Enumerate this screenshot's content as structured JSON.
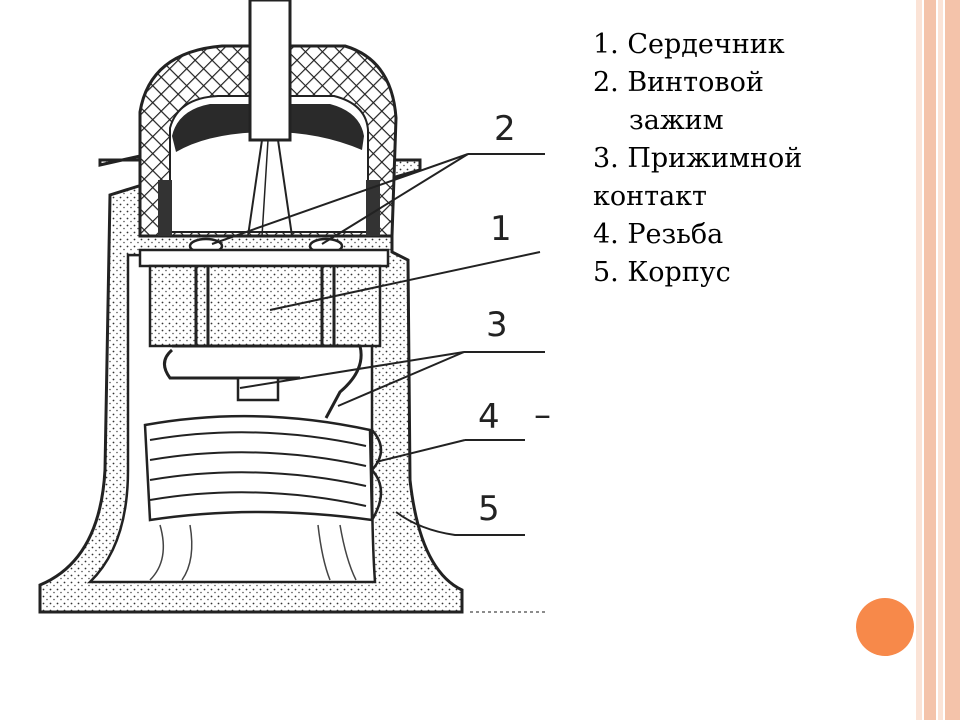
{
  "legend": {
    "line1": "1. Сердечник",
    "line2": "2. Винтовой",
    "line3": "зажим",
    "line4": "3. Прижимной",
    "line5": "контакт",
    "line6": "4. Резьба",
    "line7": "5. Корпус"
  },
  "callouts": {
    "c1": "1",
    "c2": "2",
    "c3": "3",
    "c4": "4",
    "c4_dash": "–",
    "c5": "5"
  },
  "colors": {
    "accent_orange": "#f7894a",
    "border_peach": "#f4c3aa",
    "border_light": "#fbe3d6",
    "ink": "#222222"
  }
}
